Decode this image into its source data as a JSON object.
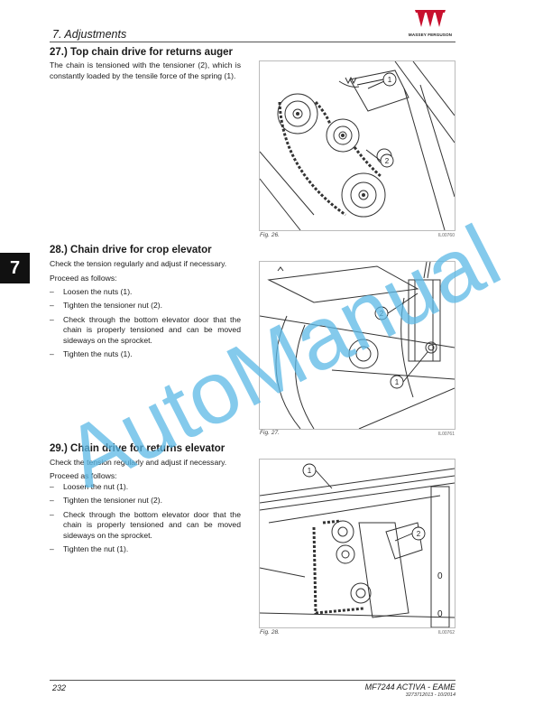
{
  "header": {
    "chapter_title": "7. Adjustments",
    "brand": "MASSEY FERGUSON",
    "brand_color": "#c8102e"
  },
  "chapter_tab": "7",
  "sections": [
    {
      "title": "27.) Top chain drive for returns auger",
      "body": "The chain is tensioned with the tensioner (2), which is constantly loaded by the tensile force of the spring (1).",
      "figure": {
        "caption": "Fig. 26.",
        "code": "IL00760",
        "callouts": [
          "1",
          "2"
        ]
      }
    },
    {
      "title": "28.) Chain drive for crop elevator",
      "intro": "Check the tension regularly and adjust if necessary.",
      "proceed": "Proceed as follows:",
      "steps": [
        "Loosen the nuts (1).",
        "Tighten the tensioner nut (2).",
        "Check through the bottom elevator door that the chain is properly tensioned and can be moved sideways on the sprocket.",
        "Tighten the nuts (1)."
      ],
      "figure": {
        "caption": "Fig. 27.",
        "code": "IL00761",
        "callouts": [
          "2",
          "1"
        ]
      }
    },
    {
      "title": "29.) Chain drive for returns elevator",
      "intro": "Check the tension regularly and adjust if necessary.",
      "proceed": "Proceed as follows:",
      "steps": [
        "Loosen the nut (1).",
        "Tighten the tensioner nut (2).",
        "Check through the bottom elevator door that the chain is properly tensioned and can be moved sideways on the sprocket.",
        "Tighten the nut (1)."
      ],
      "figure": {
        "caption": "Fig. 28.",
        "code": "IL00762",
        "callouts": [
          "1",
          "2",
          "0",
          "0"
        ]
      }
    }
  ],
  "footer": {
    "page_number": "232",
    "model": "MF7244 ACTIVA - EAME",
    "doc_number": "3273712013 - 10/2014"
  },
  "watermark": {
    "text": "AutoManual",
    "color": "#5bb8e6"
  }
}
